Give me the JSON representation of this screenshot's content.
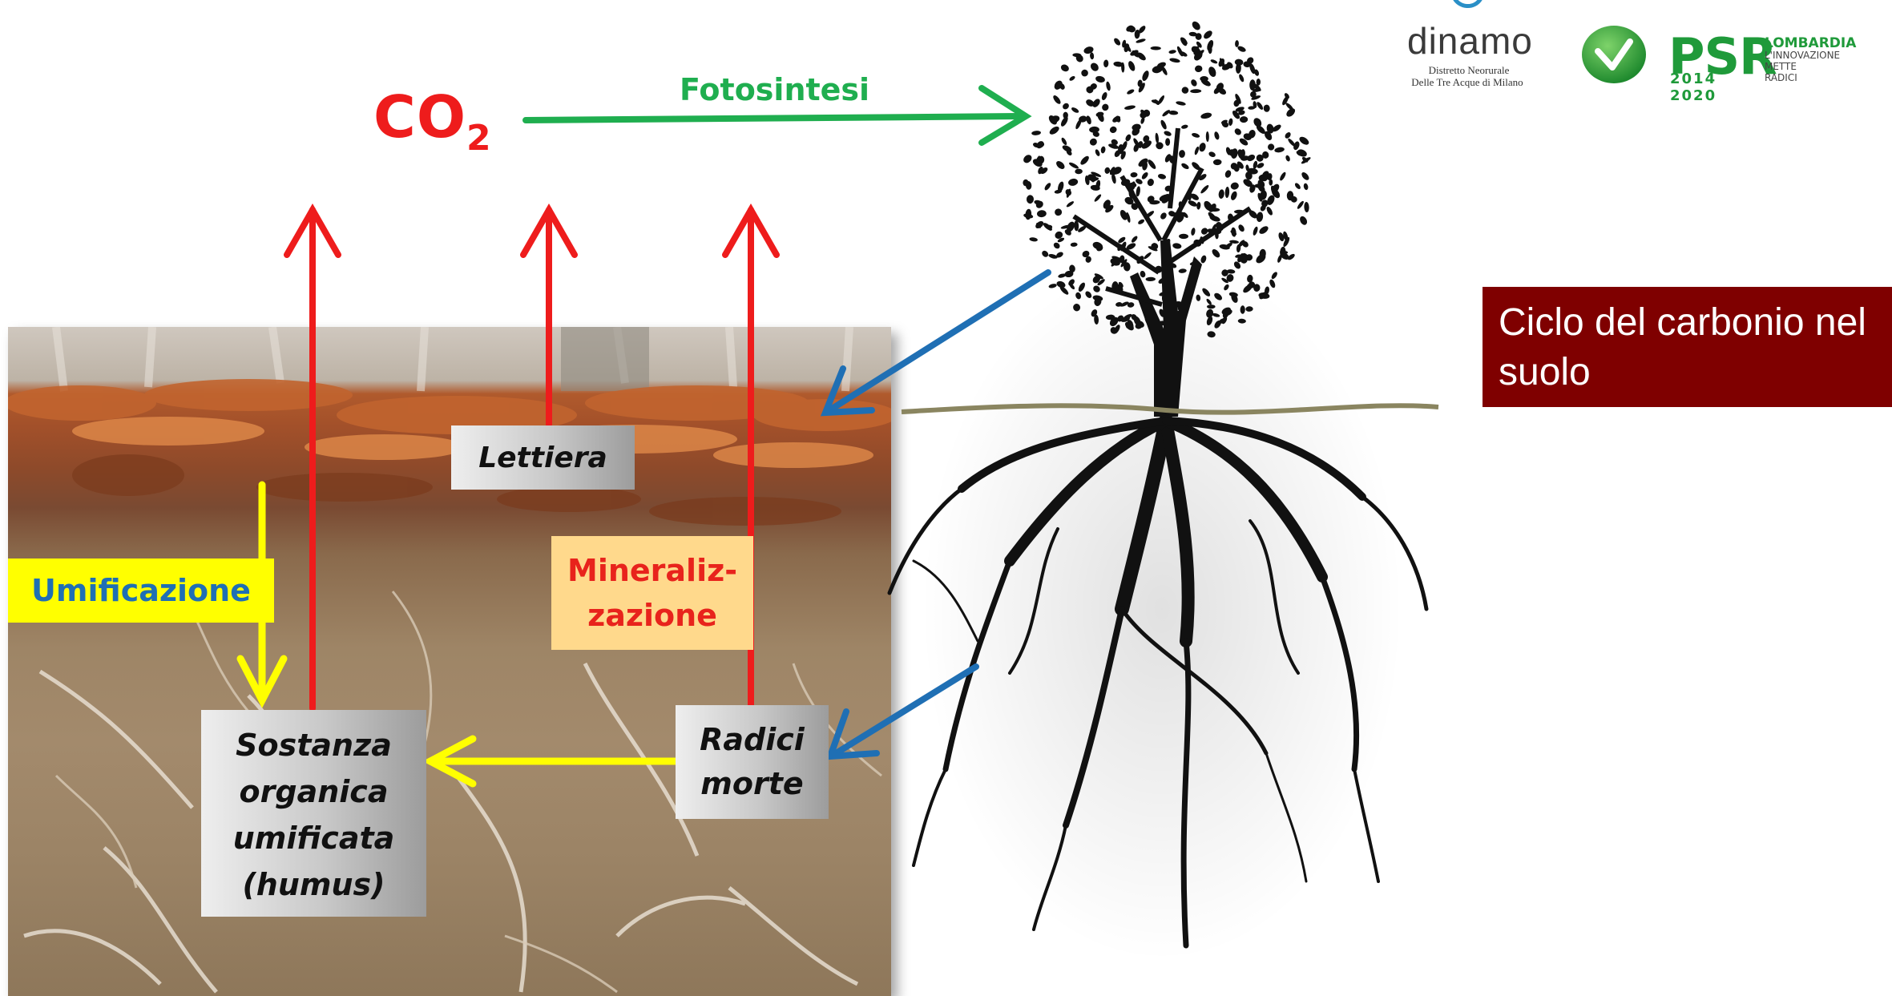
{
  "header": {
    "co2_main": "CO",
    "co2_sub": "2",
    "fotosintesi": "Fotosintesi"
  },
  "logos": {
    "dinamo": {
      "word": "dinamo",
      "subtitle_line1": "Distretto Neorurale",
      "subtitle_line2": "Delle Tre Acque di Milano"
    },
    "psr": {
      "word": "PSR",
      "years": "2014 2020",
      "region": "LOMBARDIA",
      "tagline_line1": "L'INNOVAZIONE",
      "tagline_line2": "METTE RADICI"
    }
  },
  "soil": {
    "lettiera": "Lettiera",
    "umificazione": "Umificazione",
    "mineralizzazione_line1": "Mineraliz-",
    "mineralizzazione_line2": "zazione",
    "humus_lines": [
      "Sostanza",
      "organica",
      "umificata",
      "(humus)"
    ],
    "radici_lines": [
      "Radici",
      "morte"
    ]
  },
  "sidebar": {
    "title": "Ciclo del carbonio nel suolo"
  },
  "colors": {
    "co2_red": "#ee1c1c",
    "photosynthesis_green": "#1fae4f",
    "humification_yellow": "#ffff00",
    "input_blue": "#1f6fb4",
    "title_background": "#7f0000",
    "mineralization_background": "#ffd98c"
  }
}
